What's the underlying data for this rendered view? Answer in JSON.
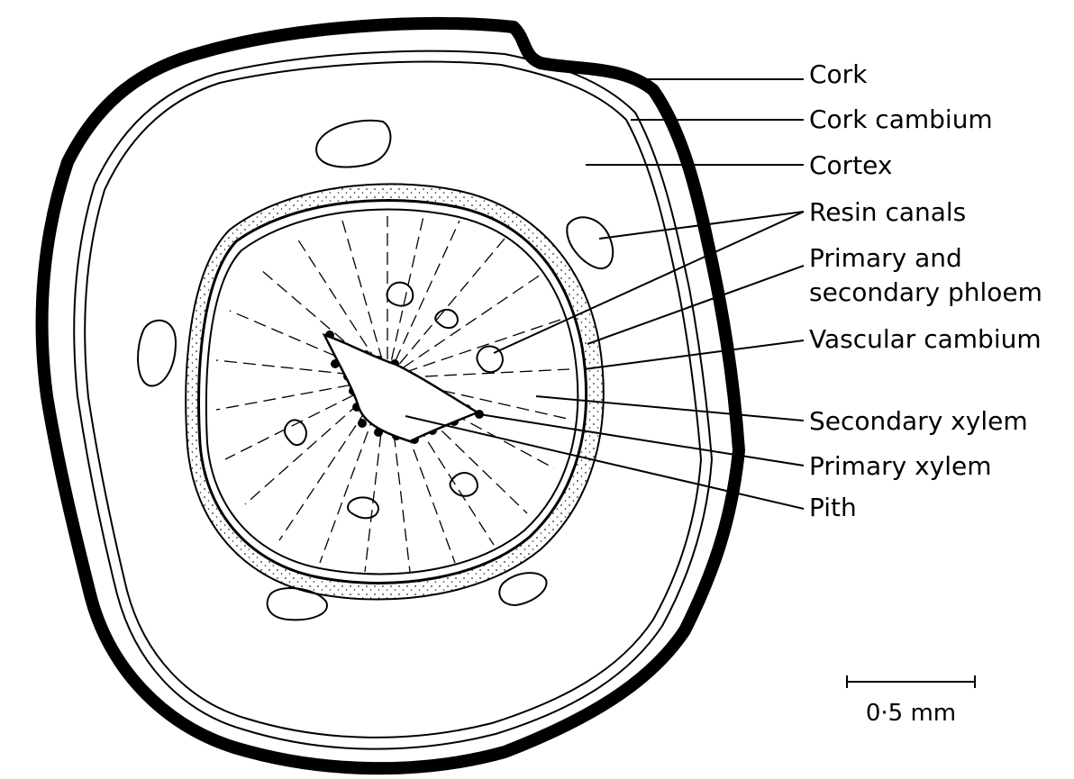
{
  "labels": [
    {
      "id": "cork",
      "text": "Cork"
    },
    {
      "id": "cork-cambium",
      "text": "Cork cambium"
    },
    {
      "id": "cortex",
      "text": "Cortex"
    },
    {
      "id": "resin-canals",
      "text": "Resin canals"
    },
    {
      "id": "phloem-line1",
      "text": "Primary and"
    },
    {
      "id": "phloem-line2",
      "text": "secondary phloem"
    },
    {
      "id": "vascular-cambium",
      "text": "Vascular cambium"
    },
    {
      "id": "secondary-xylem",
      "text": "Secondary xylem"
    },
    {
      "id": "primary-xylem",
      "text": "Primary  xylem"
    },
    {
      "id": "pith",
      "text": "Pith"
    }
  ],
  "scale_bar": {
    "text": "0·5 mm"
  },
  "colors": {
    "ink": "#000000",
    "paper": "#ffffff",
    "stipple": "#222222"
  }
}
